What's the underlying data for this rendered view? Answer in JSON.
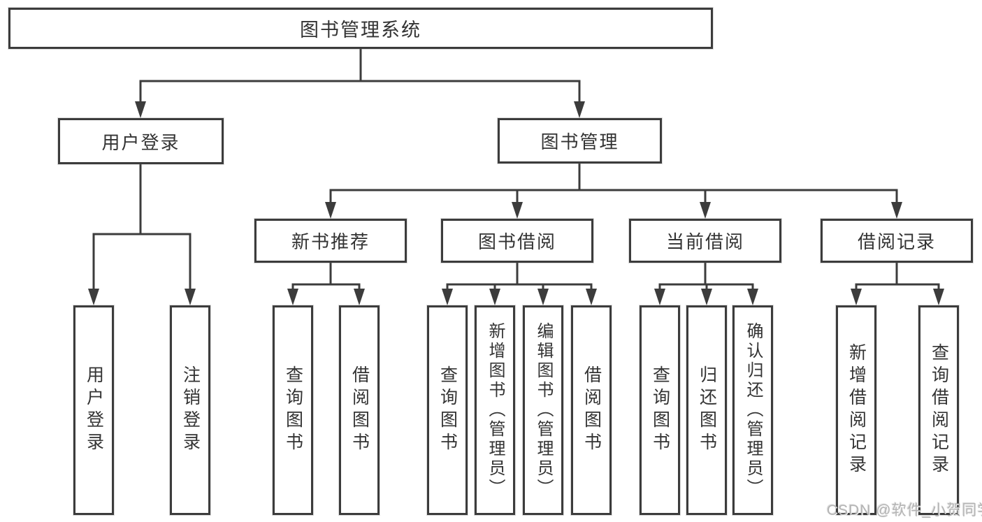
{
  "tree": {
    "root": {
      "label": "图书管理系统"
    },
    "user_login": {
      "label": "用户登录",
      "leaves": [
        "用户登录",
        "注销登录"
      ]
    },
    "book_mgmt": {
      "label": "图书管理",
      "groups": [
        {
          "label": "新书推荐",
          "leaves": [
            "查询图书",
            "借阅图书"
          ]
        },
        {
          "label": "图书借阅",
          "leaves": [
            "查询图书",
            "新增图书（管理员）",
            "编辑图书（管理员）",
            "借阅图书"
          ]
        },
        {
          "label": "当前借阅",
          "leaves": [
            "查询图书",
            "归还图书",
            "确认归还（管理员）"
          ]
        },
        {
          "label": "借阅记录",
          "leaves": [
            "新增借阅记录",
            "查询借阅记录"
          ]
        }
      ]
    }
  },
  "watermark": {
    "text": "CSDN @软件_小贺同学"
  },
  "colors": {
    "background": "#ffffff",
    "box_fill": "#ffffff",
    "box_border": "#3c3c3c",
    "line": "#3c3c3c",
    "text": "#333333",
    "watermark": "#b4b4b4"
  }
}
